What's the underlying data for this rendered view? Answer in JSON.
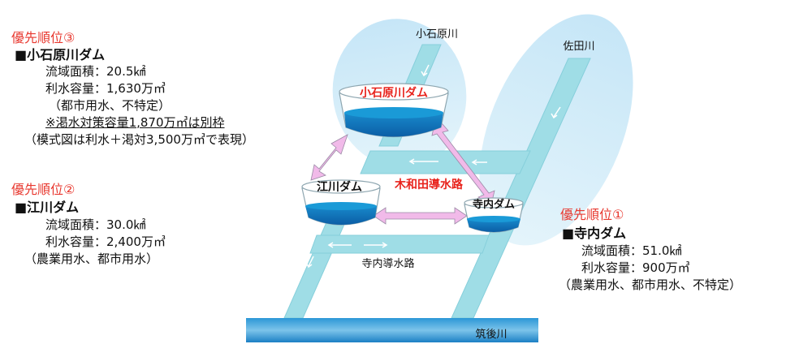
{
  "colors": {
    "river": "#9fdde6",
    "river_edge": "#7ec9d6",
    "catchment": "#d2ecf8",
    "water_top": "#0e97cf",
    "water_body": "#0d6fb4",
    "arrow_pink": "#f0b8e8",
    "priority_red": "#e8382f",
    "dam_label_red": "#e8231c",
    "channel_label_red": "#e8231c",
    "chikugo_blue": "#1a88cc"
  },
  "rivers": {
    "koishiwara": "小石原川",
    "sada": "佐田川",
    "chikugo": "筑後川"
  },
  "channels": {
    "kiwada": "木和田導水路",
    "terauchi": "寺内導水路"
  },
  "dams": {
    "koishiwara": "小石原川ダム",
    "egawa": "江川ダム",
    "terauchi": "寺内ダム"
  },
  "info": {
    "koishiwara": {
      "priority": "優先順位③",
      "name": "■小石原川ダム",
      "area": "流域面積：20.5㎢",
      "capacity": "利水容量：1,630万㎥",
      "use": "（都市用水、不特定）",
      "note": "※渇水対策容量1,870万㎥は別枠",
      "note2": "（模式図は利水＋渇対3,500万㎥で表現）"
    },
    "egawa": {
      "priority": "優先順位②",
      "name": "■江川ダム",
      "area": "流域面積：30.0㎢",
      "capacity": "利水容量：2,400万㎥",
      "use": "（農業用水、都市用水）"
    },
    "terauchi": {
      "priority": "優先順位①",
      "name": "■寺内ダム",
      "area": "流域面積：51.0㎢",
      "capacity": "利水容量：900万㎥",
      "use": "（農業用水、都市用水、不特定）"
    }
  }
}
